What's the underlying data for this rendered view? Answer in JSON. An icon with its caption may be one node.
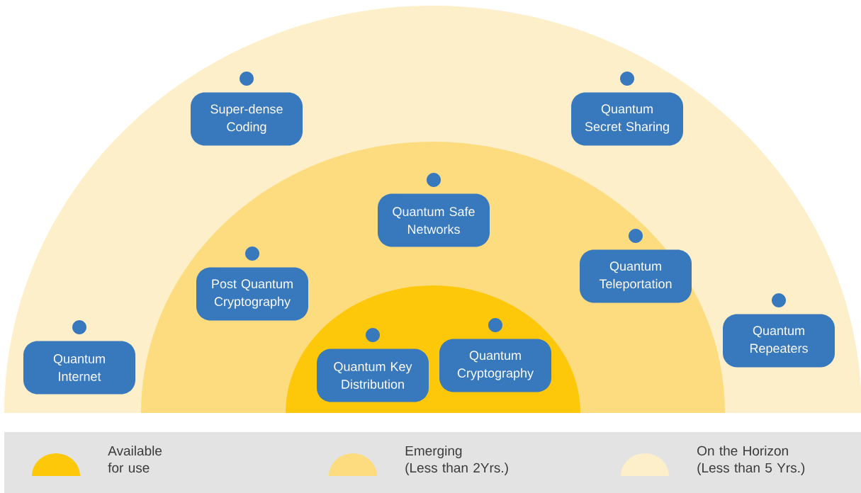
{
  "diagram": {
    "nodes": [
      {
        "text": [
          "Super-dense Coding"
        ]
      },
      {
        "text": [
          "Quantum Secret Sharing"
        ]
      },
      {
        "text": [
          "Quantum Safe Networks"
        ]
      },
      {
        "text": [
          "Quantum Teleportation"
        ]
      },
      {
        "text": [
          "Post Quantum Cryptography"
        ]
      },
      {
        "text": [
          "Quantum Repeaters"
        ]
      },
      {
        "text": [
          "Quantum Cryptography"
        ]
      },
      {
        "text": [
          "Quantum Internet"
        ]
      },
      {
        "text": [
          "Quantum Key Distribution"
        ]
      }
    ],
    "legend": [
      {
        "text": "Available for use",
        "color": "#fdc70a"
      },
      {
        "text": "Emerging (Less than 2Yrs.)",
        "color": "#fddc80"
      },
      {
        "text": "On the Horizon (Less than 5 Yrs.)",
        "color": "#fdefc9"
      }
    ]
  }
}
